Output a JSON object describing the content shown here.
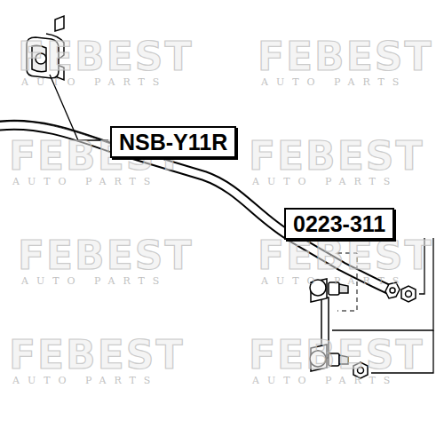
{
  "diagram": {
    "nodes": [
      {
        "text": [
          "NSB-Y11R"
        ]
      },
      {
        "text": [
          "0223-311"
        ]
      }
    ],
    "labels": [
      "FEBEST",
      "AUTO PARTS",
      "FEBEST",
      "AUTO PARTS",
      "FEBEST",
      "AUTO PARTS",
      "FEBEST",
      "AUTO PARTS",
      "FEBEST",
      "AUTO PARTS",
      "FEBEST",
      "AUTO PARTS",
      "FEBEST",
      "AUTO PARTS",
      "FEBEST",
      "AUTO PARTS"
    ]
  }
}
